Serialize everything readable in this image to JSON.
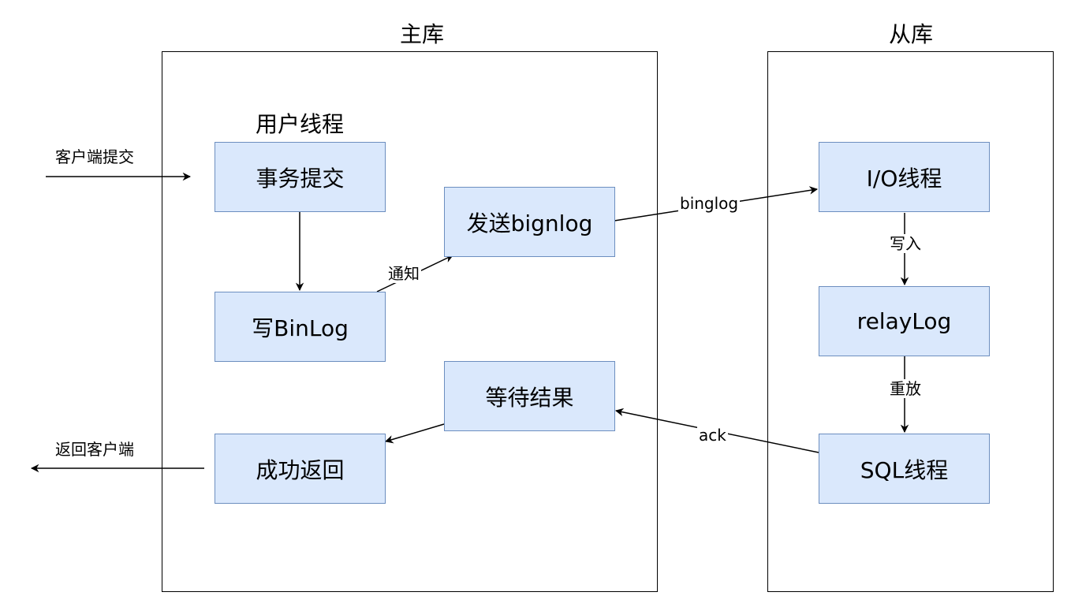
{
  "master": {
    "title": "主库",
    "user_thread_label": "用户线程",
    "nodes": {
      "commit": "事务提交",
      "write_binlog": "写BinLog",
      "send_binlog": "发送bignlog",
      "wait_result": "等待结果",
      "success_return": "成功返回"
    }
  },
  "slave": {
    "title": "从库",
    "nodes": {
      "io_thread": "I/O线程",
      "relay_log": "relayLog",
      "sql_thread": "SQL线程"
    }
  },
  "edges": {
    "client_commit": "客户端提交",
    "return_client": "返回客户端",
    "notify": "通知",
    "binlog": "binglog",
    "write_in": "写入",
    "replay": "重放",
    "ack": "ack"
  },
  "colors": {
    "node_fill": "#dae8fc",
    "node_stroke": "#6c8ebf",
    "line": "#000000"
  }
}
